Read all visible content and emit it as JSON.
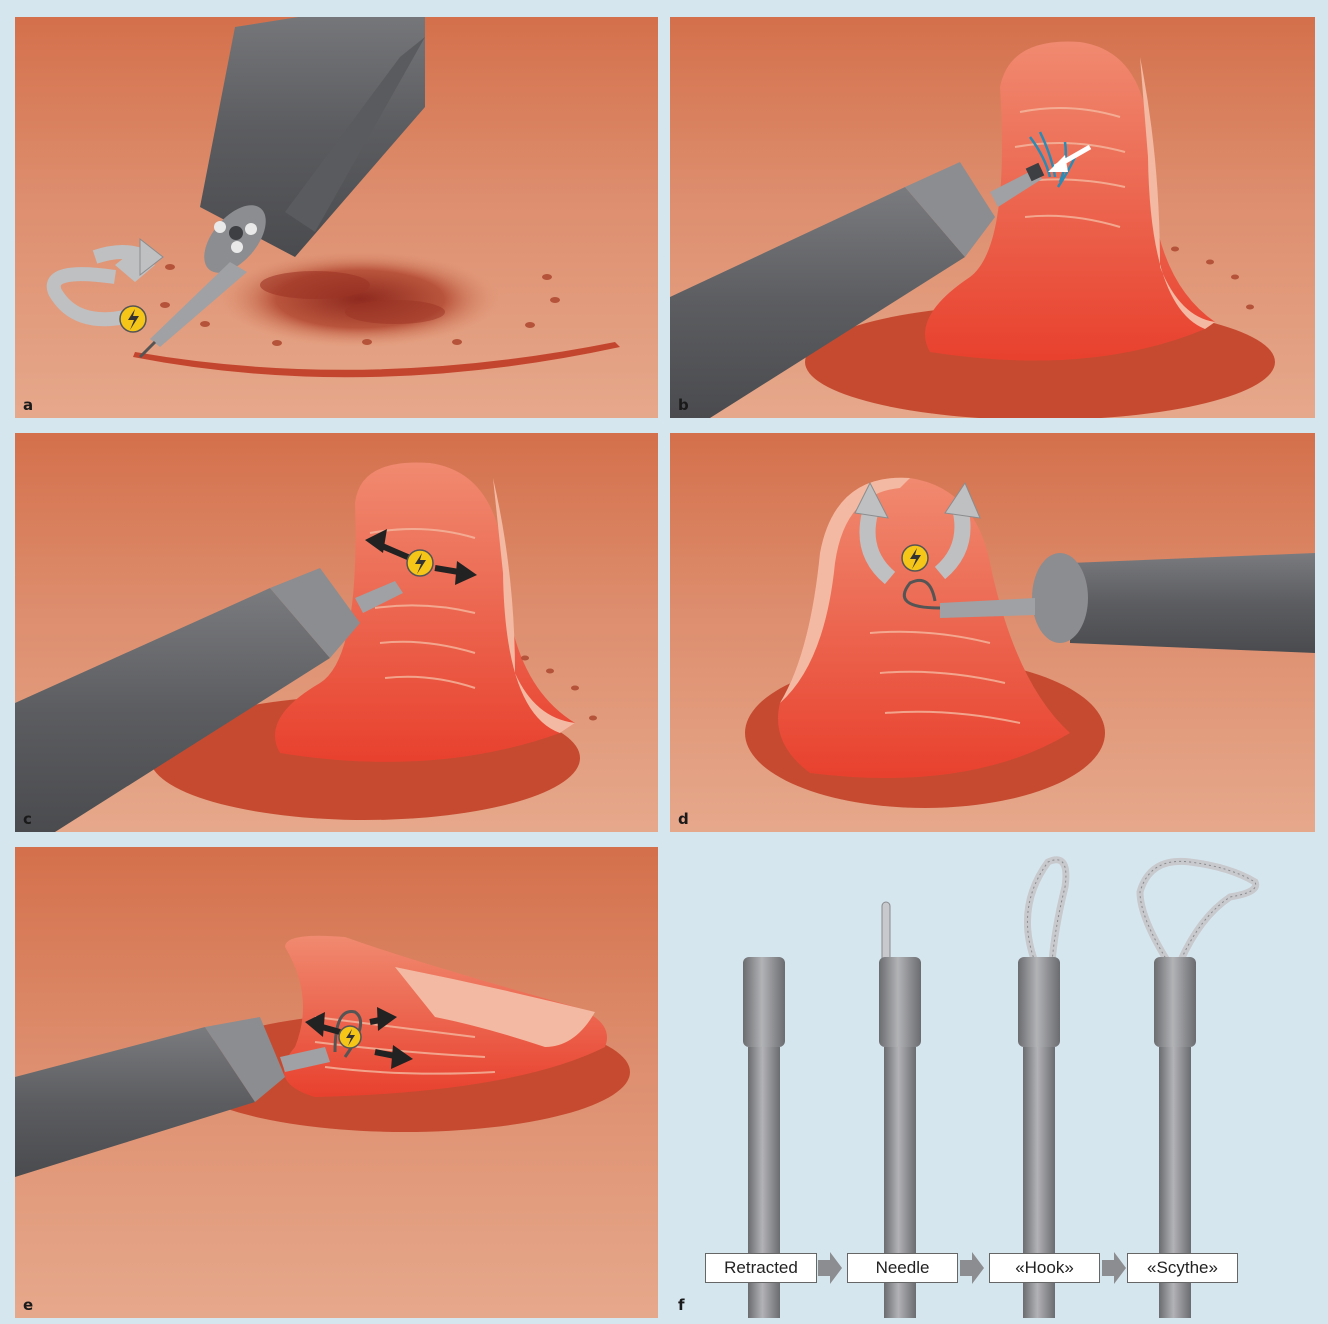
{
  "panels": {
    "a": {
      "label": "a"
    },
    "b": {
      "label": "b"
    },
    "c": {
      "label": "c"
    },
    "d": {
      "label": "d"
    },
    "e": {
      "label": "e"
    },
    "f": {
      "label": "f"
    }
  },
  "tip_modes": {
    "retracted": "Retracted",
    "needle": "Needle",
    "hook": "«Hook»",
    "scythe": "«Scythe»"
  },
  "colors": {
    "background": "#d6e6ef",
    "tissue_top": "#d4704b",
    "tissue_bottom": "#e6a88b",
    "flap": "#ec5a40",
    "instrument": "#646568",
    "cap": "#8c8d90",
    "energy_badge": "#f5c518"
  },
  "icons": [
    "lightning-bolt-icon",
    "rotation-arrow-icon",
    "movement-arrow-icon"
  ]
}
